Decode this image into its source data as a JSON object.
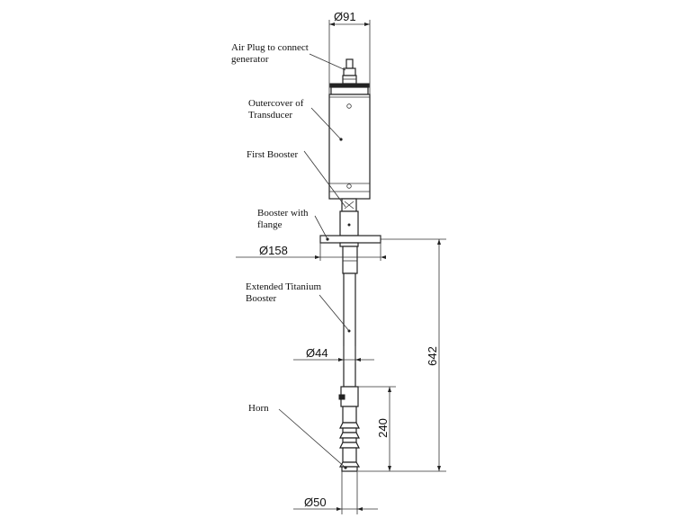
{
  "labels": {
    "air_plug_1": "Air Plug to connect",
    "air_plug_2": "generator",
    "outercover_1": "Outercover of",
    "outercover_2": "Transducer",
    "first_booster": "First Booster",
    "booster_flange_1": "Booster with",
    "booster_flange_2": "flange",
    "titanium_1": "Extended Titanium",
    "titanium_2": "Booster",
    "horn": "Horn"
  },
  "dimensions": {
    "d91": "Ø91",
    "d158": "Ø158",
    "d44": "Ø44",
    "d50": "Ø50",
    "l642": "642",
    "l240": "240"
  }
}
